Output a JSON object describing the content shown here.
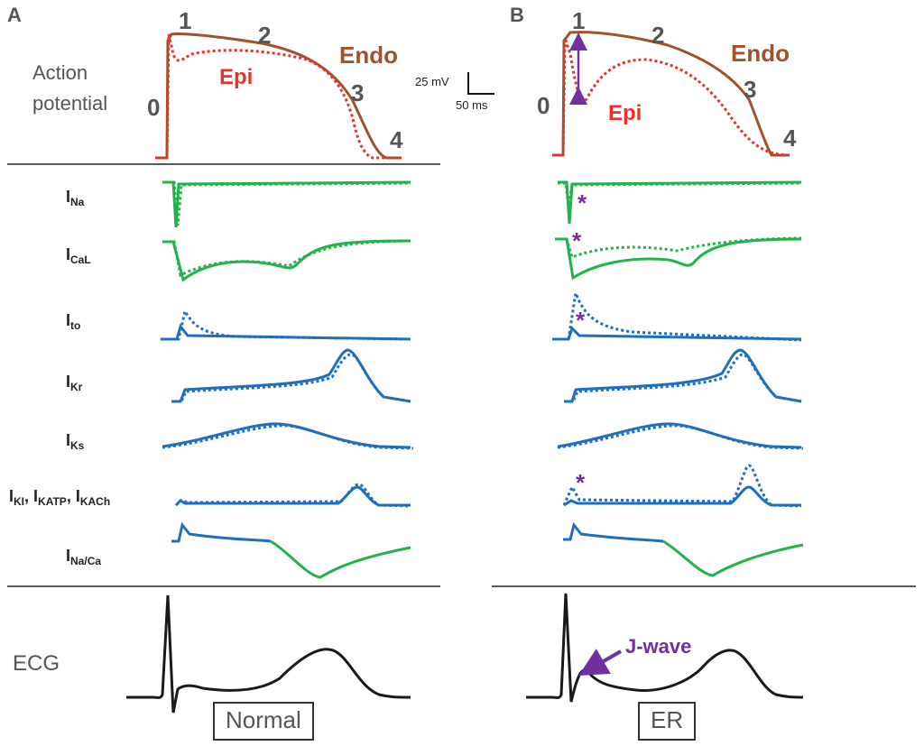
{
  "panels": {
    "a": "A",
    "b": "B"
  },
  "action_potential_label": [
    "Action",
    "potential"
  ],
  "phases": {
    "p0": "0",
    "p1": "1",
    "p2": "2",
    "p3": "3",
    "p4": "4"
  },
  "endo_label": "Endo",
  "epi_label": "Epi",
  "scale_bar": {
    "voltage": "25 mV",
    "time": "50 ms"
  },
  "currents": {
    "ina": {
      "main": "I",
      "sub": "Na"
    },
    "ical": {
      "main": "I",
      "sub": "CaL"
    },
    "ito": {
      "main": "I",
      "sub": "to"
    },
    "ikr": {
      "main": "I",
      "sub": "Kr"
    },
    "iks": {
      "main": "I",
      "sub": "Ks"
    },
    "ik_group": {
      "main1": "I",
      "sub1": "KI",
      "main2": ", I",
      "sub2": "KATP",
      "main3": ", I",
      "sub3": "KACh"
    },
    "inaca": {
      "main": "I",
      "sub": "Na/Ca"
    }
  },
  "ecg_label": "ECG",
  "ecg_boxes": {
    "normal": "Normal",
    "er": "ER"
  },
  "j_wave_label": "J-wave",
  "asterisk": "*",
  "colors": {
    "endo": "#a0522d",
    "epi": "#e8322e",
    "inward_current": "#22b34a",
    "outward_current": "#1f6fbf",
    "annotation": "#7030a0",
    "ecg_trace": "#1a1a1a"
  }
}
